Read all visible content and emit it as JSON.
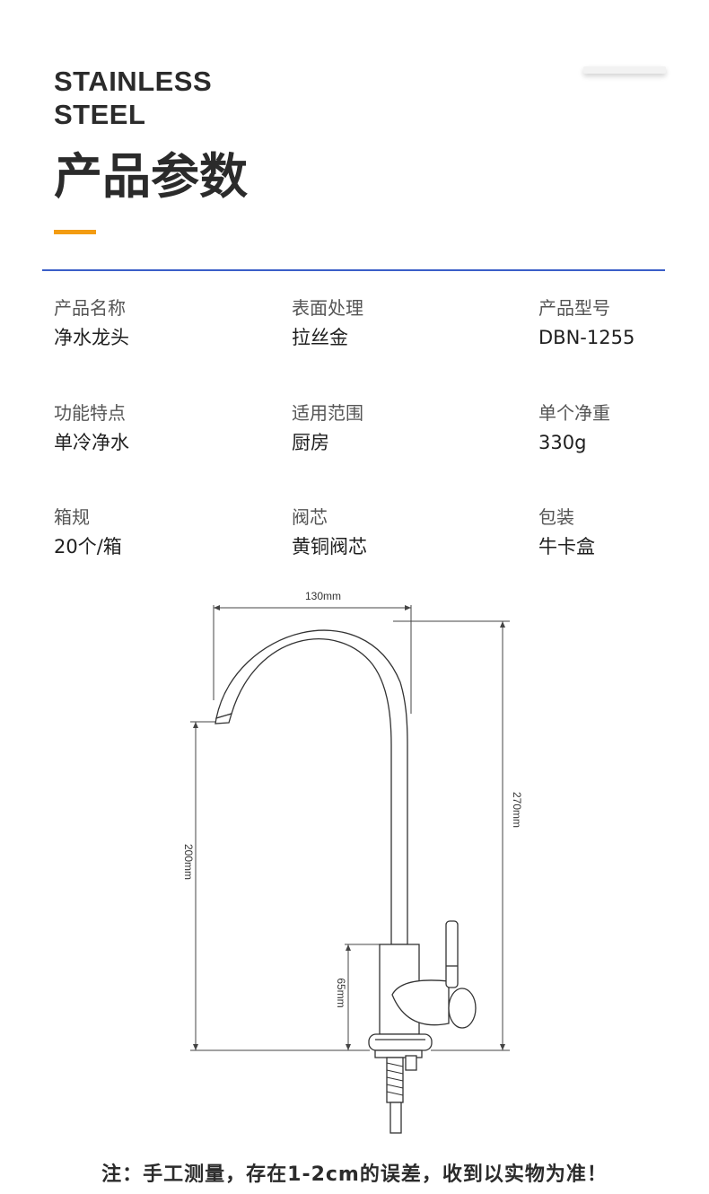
{
  "header": {
    "brand_line1": "STAINLESS",
    "brand_line2": "STEEL",
    "title": "产品参数"
  },
  "colors": {
    "accent": "#f39c12",
    "rule": "#3a5ec8",
    "text": "#2b2b2b"
  },
  "specs": [
    {
      "label": "产品名称",
      "value": "净水龙头"
    },
    {
      "label": "表面处理",
      "value": "拉丝金"
    },
    {
      "label": "产品型号",
      "value": "DBN-1255"
    },
    {
      "label": "功能特点",
      "value": "单冷净水"
    },
    {
      "label": "适用范围",
      "value": "厨房"
    },
    {
      "label": "单个净重",
      "value": "330g"
    },
    {
      "label": "箱规",
      "value": "20个/箱"
    },
    {
      "label": "阀芯",
      "value": "黄铜阀芯"
    },
    {
      "label": "包装",
      "value": "牛卡盒"
    }
  ],
  "dimensions": {
    "width": "130mm",
    "total_height": "270mm",
    "spout_height": "200mm",
    "body_height": "65mm"
  },
  "note": "注：手工测量，存在1-2cm的误差，收到以实物为准！"
}
